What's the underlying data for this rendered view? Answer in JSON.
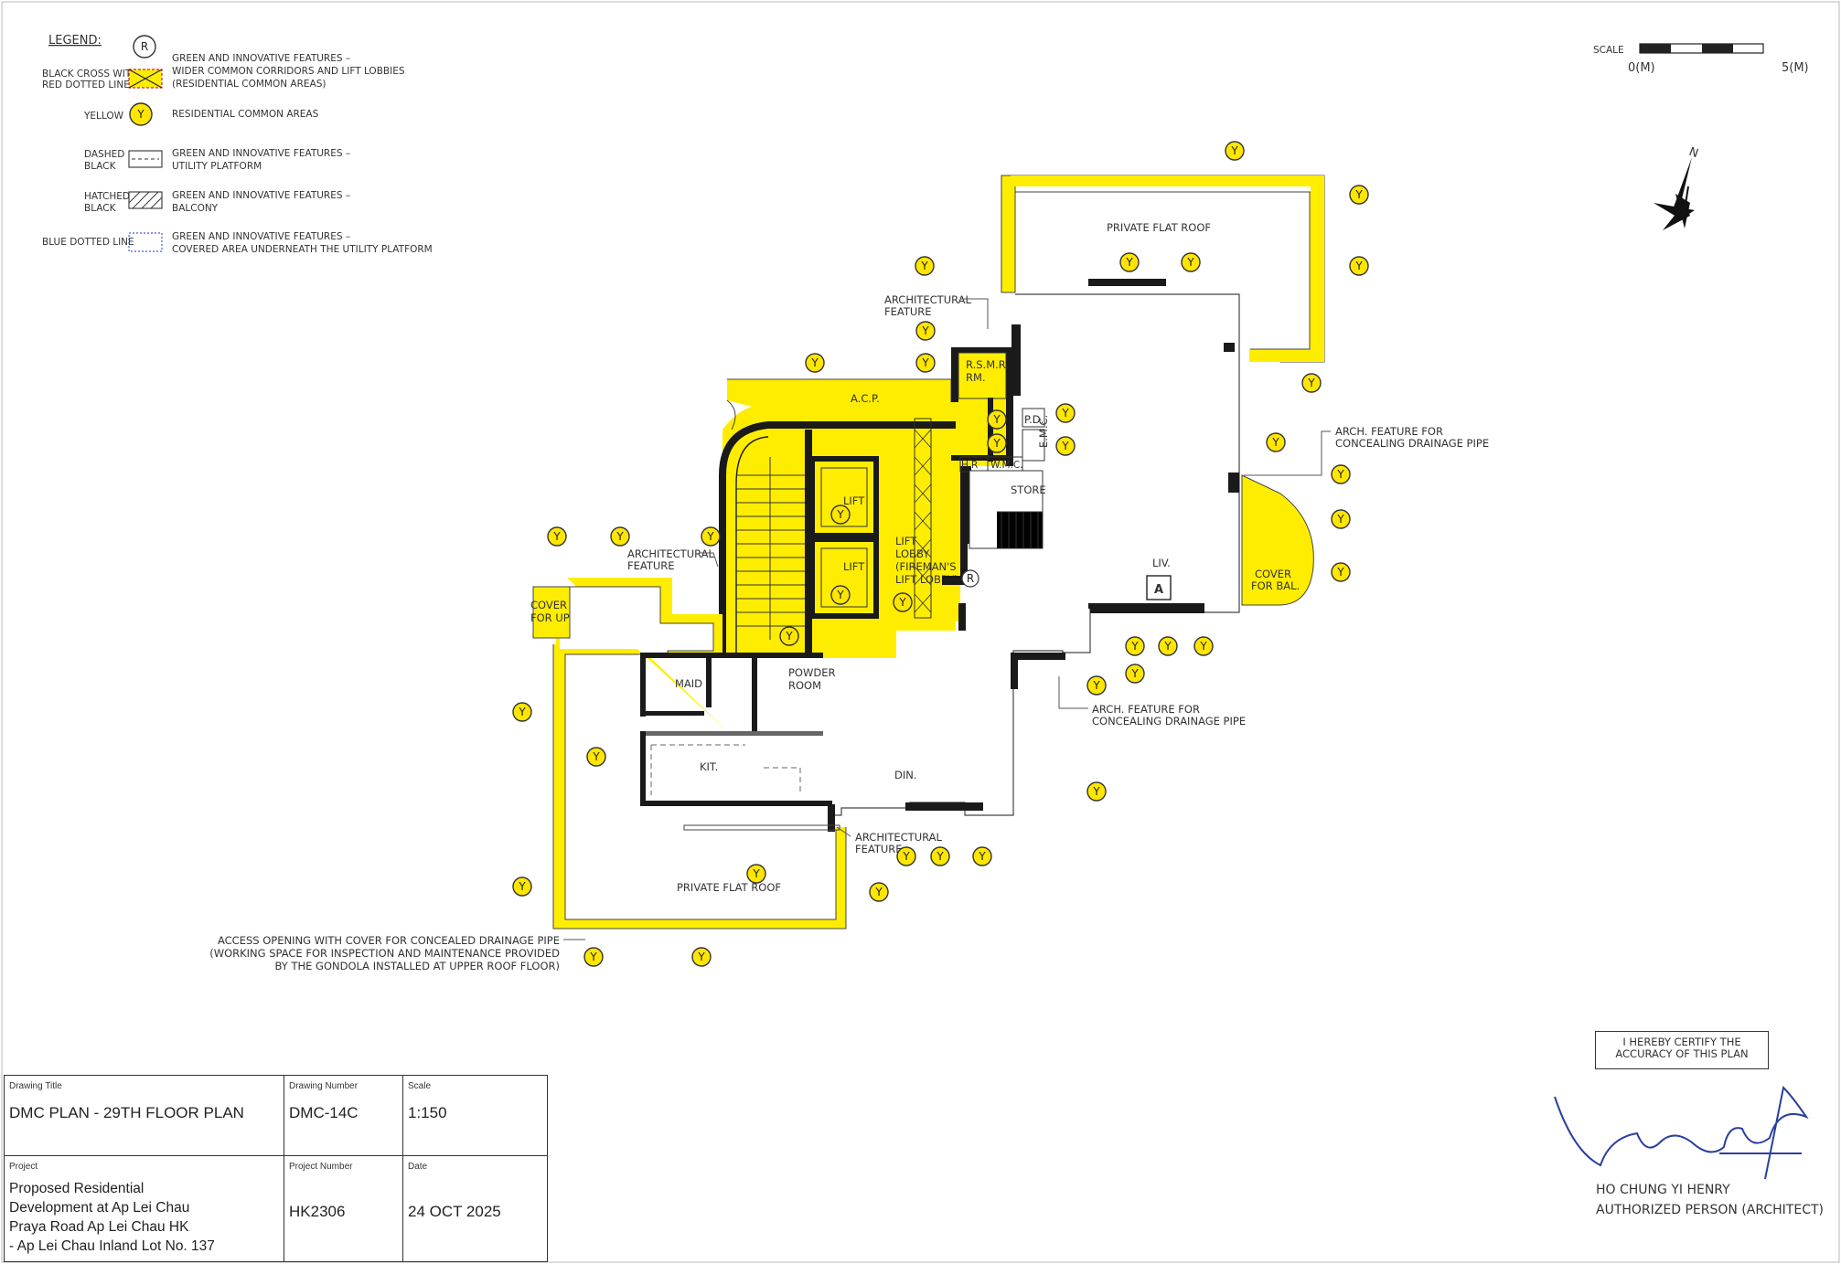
{
  "legend": {
    "title": "LEGEND:",
    "items": [
      {
        "key": "BLACK CROSS WITH RED DOTTED LINE",
        "key_lines": [
          "BLACK CROSS WITH",
          "RED DOTTED LINE"
        ],
        "desc_lines": [
          "GREEN AND INNOVATIVE FEATURES –",
          "WIDER COMMON CORRIDORS AND LIFT LOBBIES",
          "(RESIDENTIAL COMMON AREAS)"
        ]
      },
      {
        "key": "YELLOW",
        "key_lines": [
          "YELLOW"
        ],
        "desc_lines": [
          "RESIDENTIAL COMMON AREAS"
        ]
      },
      {
        "key": "DASHED BLACK",
        "key_lines": [
          "DASHED",
          "BLACK"
        ],
        "desc_lines": [
          "GREEN AND INNOVATIVE FEATURES –",
          "UTILITY PLATFORM"
        ]
      },
      {
        "key": "HATCHED BLACK",
        "key_lines": [
          "HATCHED",
          "BLACK"
        ],
        "desc_lines": [
          "GREEN AND INNOVATIVE FEATURES –",
          "BALCONY"
        ]
      },
      {
        "key": "BLUE DOTTED LINE",
        "key_lines": [
          "BLUE DOTTED LINE"
        ],
        "desc_lines": [
          "GREEN AND INNOVATIVE FEATURES –",
          "COVERED AREA UNDERNEATH THE UTILITY PLATFORM"
        ]
      }
    ],
    "r_symbol": "R",
    "y_symbol": "Y"
  },
  "scale_bar": {
    "label": "SCALE",
    "start": "0(M)",
    "end": "5(M)"
  },
  "north": "N",
  "rooms": {
    "private_flat_roof_top": "PRIVATE FLAT ROOF",
    "private_flat_roof_bottom": "PRIVATE FLAT ROOF",
    "acp": "A.C.P.",
    "rsmr": [
      "R.S.M.R.",
      "RM."
    ],
    "pd": "P.D.",
    "emc": "E.M.C.",
    "hr": "H.R",
    "wmc": "W.M.C.",
    "store": "STORE",
    "lift1": "LIFT",
    "lift2": "LIFT",
    "lift_lobby": [
      "LIFT",
      "LOBBY",
      "(FIREMAN'S",
      "LIFT LOBBY)"
    ],
    "liv": "LIV.",
    "flat_tag": "A",
    "cover_bal": [
      "COVER",
      "FOR BAL."
    ],
    "cover_up": [
      "COVER",
      "FOR UP"
    ],
    "maid": "MAID",
    "powder": [
      "POWDER",
      "ROOM"
    ],
    "kit": "KIT.",
    "din": "DIN."
  },
  "annotations": {
    "arch_feature_top": [
      "ARCHITECTURAL",
      "FEATURE"
    ],
    "arch_feature_left": [
      "ARCHITECTURAL",
      "FEATURE"
    ],
    "arch_feature_bottom": [
      "ARCHITECTURAL",
      "FEATURE"
    ],
    "drainage_right": [
      "ARCH. FEATURE FOR",
      "CONCEALING DRAINAGE PIPE"
    ],
    "drainage_mid": [
      "ARCH. FEATURE FOR",
      "CONCEALING DRAINAGE PIPE"
    ],
    "access_opening": [
      "ACCESS OPENING WITH COVER FOR CONCEALED DRAINAGE PIPE",
      "(WORKING SPACE FOR INSPECTION AND MAINTENANCE PROVIDED",
      "BY THE GONDOLA INSTALLED AT UPPER ROOF FLOOR)"
    ]
  },
  "title_block": {
    "drawing_title_label": "Drawing Title",
    "drawing_title": "DMC PLAN - 29TH FLOOR PLAN",
    "drawing_number_label": "Drawing Number",
    "drawing_number": "DMC-14C",
    "scale_label": "Scale",
    "scale": "1:150",
    "project_label": "Project",
    "project": "Proposed Residential\nDevelopment at Ap Lei Chau\nPraya Road Ap Lei Chau HK\n- Ap Lei Chau Inland Lot No. 137",
    "project_number_label": "Project Number",
    "project_number": "HK2306",
    "date_label": "Date",
    "date": "24 OCT 2025"
  },
  "certification": {
    "statement": "I HEREBY CERTIFY THE ACCURACY OF THIS PLAN",
    "name": "HO CHUNG YI HENRY",
    "role": "AUTHORIZED PERSON (ARCHITECT)"
  },
  "colors": {
    "yellow": "#ffed00",
    "wall": "#1a1a1a",
    "line": "#444444"
  }
}
